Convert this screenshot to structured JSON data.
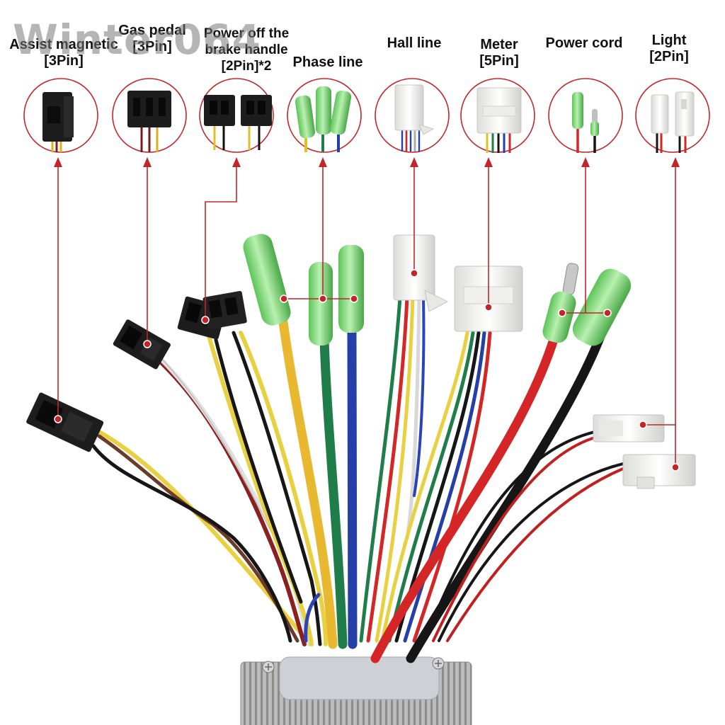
{
  "watermark": "Winter064",
  "colors": {
    "accent": "#c0262a",
    "green_sleeve": "#7dd87a",
    "black_plug": "#1d1d1d",
    "white_plug": "#f2f2f0",
    "wire_yellow": "#e8c62a",
    "wire_red": "#d42626",
    "wire_green": "#1f7d4a",
    "wire_blue": "#2440a8",
    "wire_black": "#161616"
  },
  "connectors": [
    {
      "id": "assist-magnetic",
      "name": "Assist magnetic",
      "pins": "[3Pin]"
    },
    {
      "id": "gas-pedal",
      "name": "Gas pedal",
      "pins": "[3Pin]"
    },
    {
      "id": "brake-handle",
      "name": "Power off the\nbrake handle",
      "pins": "[2Pin]*2"
    },
    {
      "id": "phase-line",
      "name": "Phase line",
      "pins": ""
    },
    {
      "id": "hall-line",
      "name": "Hall line",
      "pins": ""
    },
    {
      "id": "meter",
      "name": "Meter",
      "pins": "[5Pin]"
    },
    {
      "id": "power-cord",
      "name": "Power cord",
      "pins": ""
    },
    {
      "id": "light",
      "name": "Light",
      "pins": "[2Pin]"
    }
  ]
}
